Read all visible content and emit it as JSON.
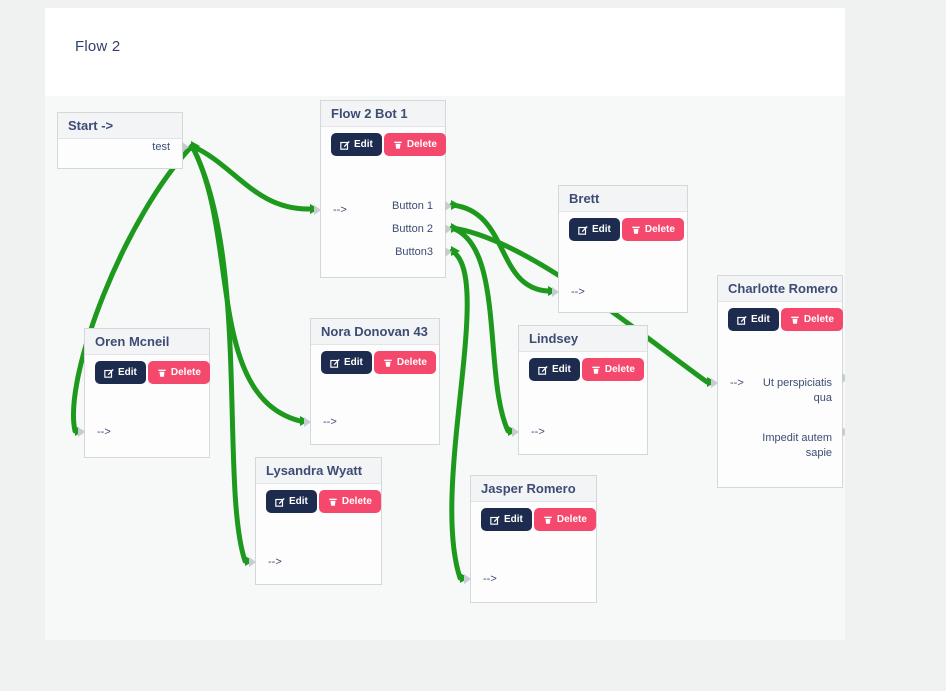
{
  "page": {
    "title": "Flow 2"
  },
  "buttons": {
    "edit": "Edit",
    "delete": "Delete"
  },
  "ports": {
    "input_label": "-->"
  },
  "colors": {
    "edge_green": "#1d9a1d",
    "edit_button": "#1d2c4e",
    "delete_button": "#f4486c",
    "node_title_text": "#3d4c74"
  },
  "nodes": {
    "start": {
      "title": "Start ->",
      "outputs": [
        "test"
      ]
    },
    "bot1": {
      "title": "Flow 2 Bot 1",
      "outputs": [
        "Button 1",
        "Button 2",
        "Button3"
      ]
    },
    "brett": {
      "title": "Brett"
    },
    "charlotte": {
      "title": "Charlotte Romero",
      "outputs": [
        "Ut perspiciatis qua",
        "Impedit autem sapie"
      ]
    },
    "oren": {
      "title": "Oren Mcneil"
    },
    "nora": {
      "title": "Nora Donovan 43"
    },
    "lindsey": {
      "title": "Lindsey"
    },
    "lysandra": {
      "title": "Lysandra Wyatt"
    },
    "jasper": {
      "title": "Jasper Romero"
    }
  },
  "connections": [
    {
      "source_node": "Start ->",
      "source_port": "test",
      "target_node": "Flow 2 Bot 1"
    },
    {
      "source_node": "Start ->",
      "source_port": "test",
      "target_node": "Oren Mcneil"
    },
    {
      "source_node": "Start ->",
      "source_port": "test",
      "target_node": "Nora Donovan 43"
    },
    {
      "source_node": "Start ->",
      "source_port": "test",
      "target_node": "Lysandra Wyatt"
    },
    {
      "source_node": "Flow 2 Bot 1",
      "source_port": "Button 1",
      "target_node": "Brett"
    },
    {
      "source_node": "Flow 2 Bot 1",
      "source_port": "Button 2",
      "target_node": "Charlotte Romero"
    },
    {
      "source_node": "Flow 2 Bot 1",
      "source_port": "Button 2",
      "target_node": "Lindsey"
    },
    {
      "source_node": "Flow 2 Bot 1",
      "source_port": "Button3",
      "target_node": "Jasper Romero"
    }
  ]
}
